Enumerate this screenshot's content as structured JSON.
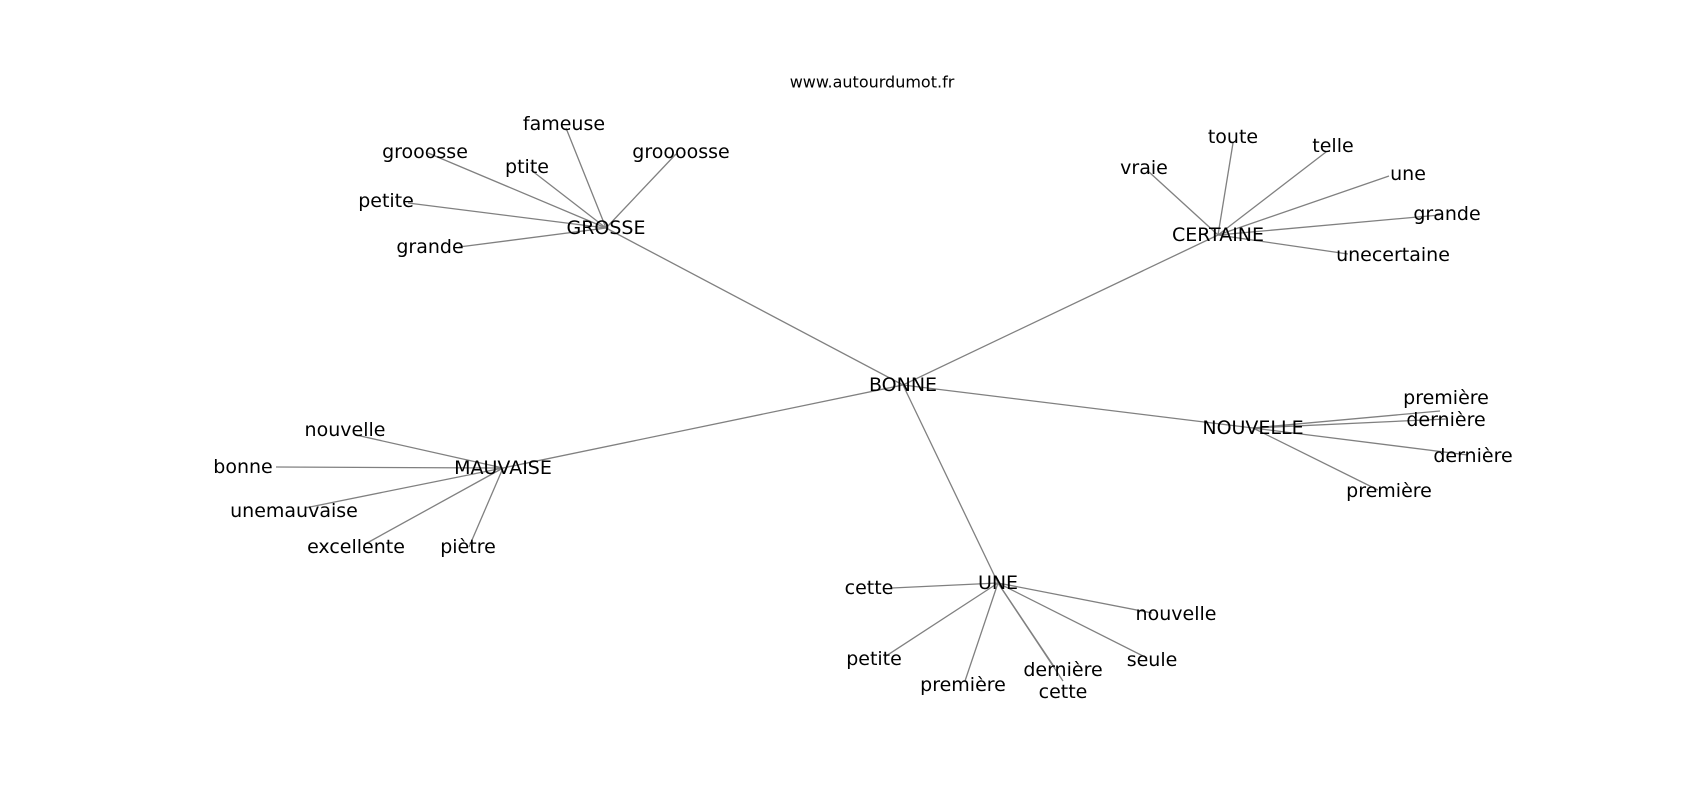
{
  "site": "www.autourdumot.fr",
  "graph": {
    "center": "BONNE",
    "hubs": [
      {
        "id": "grosse",
        "label": "GROSSE",
        "leaves": [
          "fameuse",
          "grooosse",
          "ptite",
          "groooosse",
          "petite",
          "grande"
        ]
      },
      {
        "id": "certaine",
        "label": "CERTAINE",
        "leaves": [
          "vraie",
          "toute",
          "telle",
          "une",
          "grande",
          "unecertaine"
        ]
      },
      {
        "id": "mauvaise",
        "label": "MAUVAISE",
        "leaves": [
          "nouvelle",
          "bonne",
          "unemauvaise",
          "excellente",
          "piètre"
        ]
      },
      {
        "id": "nouvelle",
        "label": "NOUVELLE",
        "leaves": [
          "première",
          "dernière",
          "dernière",
          "première"
        ]
      },
      {
        "id": "une",
        "label": "UNE",
        "leaves": [
          "cette",
          "nouvelle",
          "petite",
          "première",
          "dernière",
          "seule",
          "cette"
        ]
      }
    ]
  }
}
